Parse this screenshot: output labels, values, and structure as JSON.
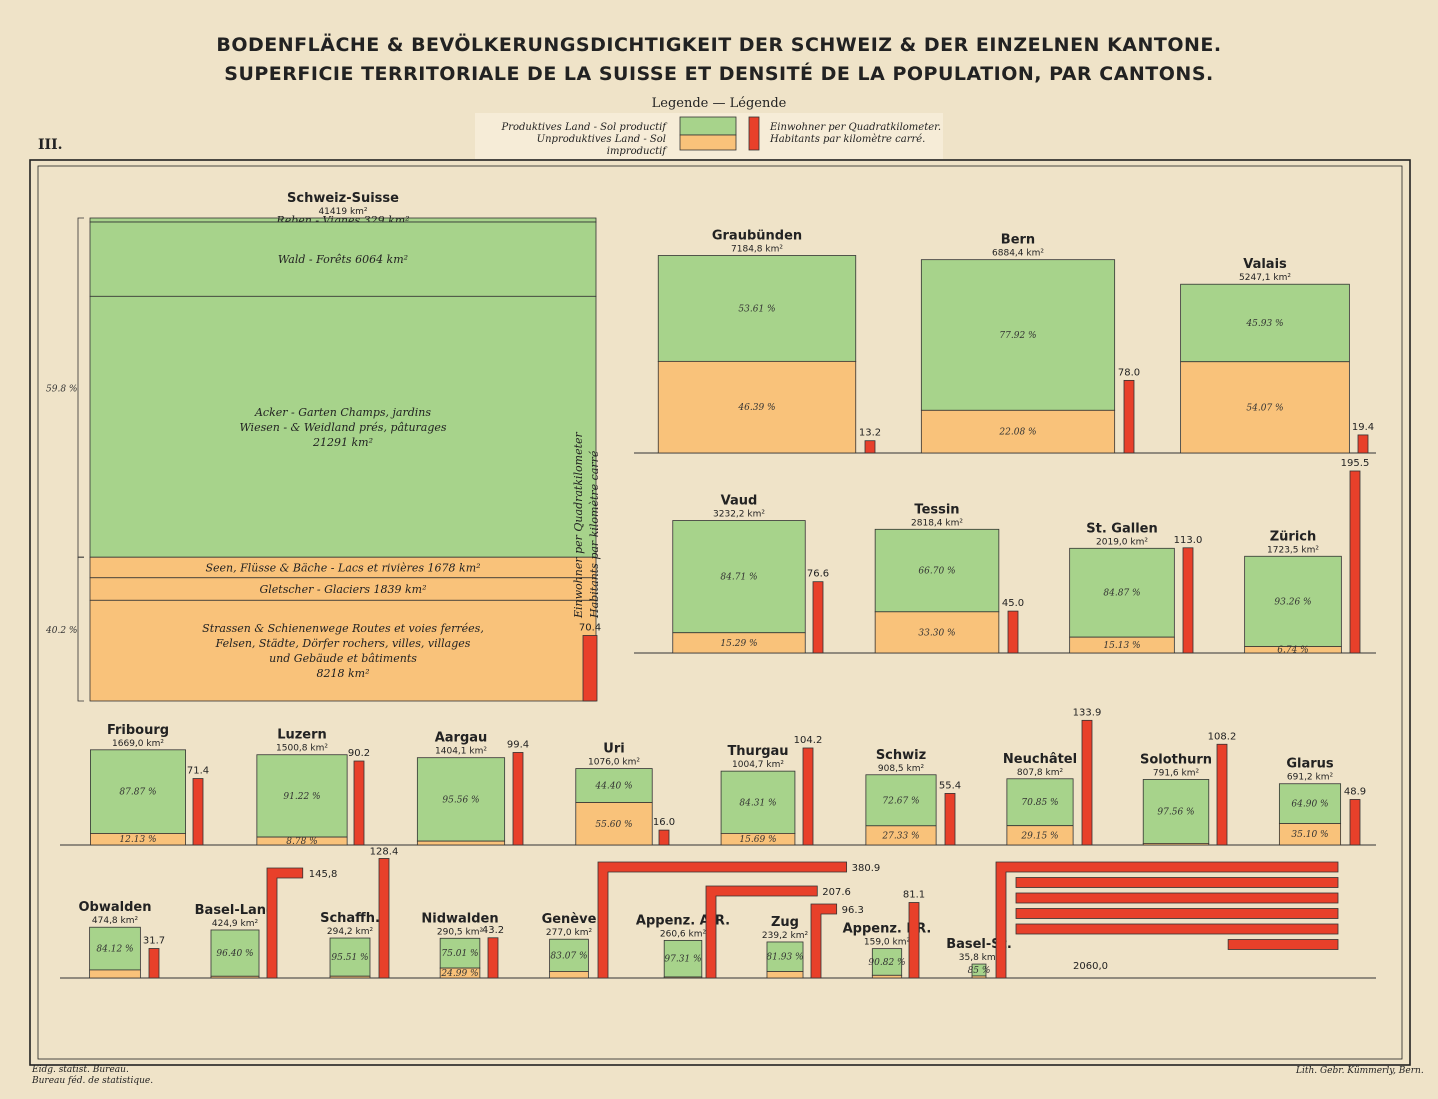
{
  "title_de": "BODENFLÄCHE & BEVÖLKERUNGSDICHTIGKEIT DER SCHWEIZ & DER EINZELNEN KANTONE.",
  "title_fr": "SUPERFICIE TERRITORIALE DE LA SUISSE ET DENSITÉ DE LA POPULATION, PAR CANTONS.",
  "plate": "III.",
  "legend": {
    "heading": "Legende — Légende",
    "productive": "Produktives Land - Sol productif",
    "unproductive": "Unproduktives Land - Sol improductif",
    "density_de": "Einwohner per Quadratkilometer.",
    "density_fr": "Habitants par kilomètre carré."
  },
  "colors": {
    "productive": "#a7d38b",
    "unproductive": "#f9c27a",
    "density": "#e8402a",
    "frame": "#222222"
  },
  "footer": {
    "left1": "Eidg. statist. Bureau.",
    "left2": "Bureau féd. de statistique.",
    "right": "Lith. Gebr. Kümmerly, Bern."
  },
  "chart_data": {
    "type": "bar",
    "swiss": {
      "name": "Schweiz-Suisse",
      "area_label": "41419 km²",
      "density": 70.4,
      "productive_pct_label": "59.8 %",
      "unproductive_pct_label": "40.2 %",
      "density_axis_label_de": "Einwohner per Quadratkilometer",
      "density_axis_label_fr": "Habitants par kilomètre carré",
      "segments": [
        {
          "lines": [
            "Reben - Vignes 329 km²"
          ],
          "value": 329,
          "type": "productive"
        },
        {
          "lines": [
            "Wald - Forêts 6064 km²"
          ],
          "value": 6064,
          "type": "productive"
        },
        {
          "lines": [
            "Acker - Garten          Champs, jardins",
            "Wiesen - & Weidland          prés, pâturages",
            "21291 km²"
          ],
          "value": 21291,
          "type": "productive"
        },
        {
          "lines": [
            "Seen, Flüsse & Bäche - Lacs et rivières 1678 km²"
          ],
          "value": 1678,
          "type": "unproductive"
        },
        {
          "lines": [
            "Gletscher - Glaciers 1839 km²"
          ],
          "value": 1839,
          "type": "unproductive"
        },
        {
          "lines": [
            "Strassen & Schienenwege          Routes et voies ferrées,",
            "Felsen, Städte, Dörfer          rochers, villes, villages",
            "und Gebäude          et bâtiments",
            "8218 km²"
          ],
          "value": 8218,
          "type": "unproductive"
        }
      ]
    },
    "cantons": [
      {
        "name": "Graubünden",
        "area": 7184.8,
        "area_label": "7184,8 km²",
        "productive_pct": 53.61,
        "pct_label": "53.61 %",
        "unprod_label": "46.39 %",
        "density": 13.2,
        "density_label": "13.2"
      },
      {
        "name": "Bern",
        "area": 6884.4,
        "area_label": "6884,4 km²",
        "productive_pct": 77.92,
        "pct_label": "77.92 %",
        "unprod_label": "22.08 %",
        "density": 78.0,
        "density_label": "78.0"
      },
      {
        "name": "Valais",
        "area": 5247.1,
        "area_label": "5247,1 km²",
        "productive_pct": 45.93,
        "pct_label": "45.93 %",
        "unprod_label": "54.07 %",
        "density": 19.4,
        "density_label": "19.4"
      },
      {
        "name": "Vaud",
        "area": 3232.2,
        "area_label": "3232,2 km²",
        "productive_pct": 84.71,
        "pct_label": "84.71 %",
        "unprod_label": "15.29 %",
        "density": 76.6,
        "density_label": "76.6"
      },
      {
        "name": "Tessin",
        "area": 2818.4,
        "area_label": "2818,4 km²",
        "productive_pct": 66.7,
        "pct_label": "66.70 %",
        "unprod_label": "33.30 %",
        "density": 45.0,
        "density_label": "45.0"
      },
      {
        "name": "St. Gallen",
        "area": 2019.0,
        "area_label": "2019,0 km²",
        "productive_pct": 84.87,
        "pct_label": "84.87 %",
        "unprod_label": "15.13 %",
        "density": 113.0,
        "density_label": "113.0"
      },
      {
        "name": "Zürich",
        "area": 1723.5,
        "area_label": "1723,5 km²",
        "productive_pct": 93.26,
        "pct_label": "93.26 %",
        "unprod_label": "6.74 %",
        "density": 195.5,
        "density_label": "195.5"
      },
      {
        "name": "Fribourg",
        "area": 1669.0,
        "area_label": "1669,0 km²",
        "productive_pct": 87.87,
        "pct_label": "87.87 %",
        "unprod_label": "12.13 %",
        "density": 71.4,
        "density_label": "71.4"
      },
      {
        "name": "Luzern",
        "area": 1500.8,
        "area_label": "1500,8 km²",
        "productive_pct": 91.22,
        "pct_label": "91.22 %",
        "unprod_label": "8.78 %",
        "density": 90.2,
        "density_label": "90.2"
      },
      {
        "name": "Aargau",
        "area": 1404.1,
        "area_label": "1404,1 km²",
        "productive_pct": 95.56,
        "pct_label": "95.56 %",
        "unprod_label": "",
        "density": 99.4,
        "density_label": "99.4"
      },
      {
        "name": "Uri",
        "area": 1076.0,
        "area_label": "1076,0 km²",
        "productive_pct": 44.4,
        "pct_label": "44.40 %",
        "unprod_label": "55.60 %",
        "density": 16.0,
        "density_label": "16.0"
      },
      {
        "name": "Thurgau",
        "area": 1004.7,
        "area_label": "1004,7 km²",
        "productive_pct": 84.31,
        "pct_label": "84.31 %",
        "unprod_label": "15.69 %",
        "density": 104.2,
        "density_label": "104.2"
      },
      {
        "name": "Schwiz",
        "area": 908.5,
        "area_label": "908,5 km²",
        "productive_pct": 72.67,
        "pct_label": "72.67 %",
        "unprod_label": "27.33 %",
        "density": 55.4,
        "density_label": "55.4"
      },
      {
        "name": "Neuchâtel",
        "area": 807.8,
        "area_label": "807,8 km²",
        "productive_pct": 70.85,
        "pct_label": "70.85 %",
        "unprod_label": "29.15 %",
        "density": 133.9,
        "density_label": "133.9"
      },
      {
        "name": "Solothurn",
        "area": 791.6,
        "area_label": "791,6 km²",
        "productive_pct": 97.56,
        "pct_label": "97.56 %",
        "unprod_label": "",
        "density": 108.2,
        "density_label": "108.2"
      },
      {
        "name": "Glarus",
        "area": 691.2,
        "area_label": "691,2 km²",
        "productive_pct": 64.9,
        "pct_label": "64.90 %",
        "unprod_label": "35.10 %",
        "density": 48.9,
        "density_label": "48.9"
      },
      {
        "name": "Obwalden",
        "area": 474.8,
        "area_label": "474,8 km²",
        "productive_pct": 84.12,
        "pct_label": "84.12 %",
        "unprod_label": "",
        "density": 31.7,
        "density_label": "31.7"
      },
      {
        "name": "Basel-Land",
        "area": 424.9,
        "area_label": "424,9 km²",
        "productive_pct": 96.4,
        "pct_label": "96.40 %",
        "unprod_label": "",
        "density": 145.8,
        "density_label": "145,8"
      },
      {
        "name": "Schaffh.",
        "area": 294.2,
        "area_label": "294,2 km²",
        "productive_pct": 95.51,
        "pct_label": "95.51 %",
        "unprod_label": "",
        "density": 128.4,
        "density_label": "128.4"
      },
      {
        "name": "Nidwalden",
        "area": 290.5,
        "area_label": "290,5 km²",
        "productive_pct": 75.01,
        "pct_label": "75.01 %",
        "unprod_label": "24.99 %",
        "density": 43.2,
        "density_label": "43.2"
      },
      {
        "name": "Genève",
        "area": 277.0,
        "area_label": "277,0 km²",
        "productive_pct": 83.07,
        "pct_label": "83.07 %",
        "unprod_label": "",
        "density": 380.9,
        "density_label": "380.9"
      },
      {
        "name": "Appenz. A.R.",
        "area": 260.6,
        "area_label": "260,6 km²",
        "productive_pct": 97.31,
        "pct_label": "97.31 %",
        "unprod_label": "",
        "density": 207.6,
        "density_label": "207.6"
      },
      {
        "name": "Zug",
        "area": 239.2,
        "area_label": "239,2 km²",
        "productive_pct": 81.93,
        "pct_label": "81.93 %",
        "unprod_label": "",
        "density": 96.3,
        "density_label": "96.3"
      },
      {
        "name": "Appenz. I.R.",
        "area": 159.0,
        "area_label": "159,0 km²",
        "productive_pct": 90.82,
        "pct_label": "90.82 %",
        "unprod_label": "",
        "density": 81.1,
        "density_label": "81.1"
      },
      {
        "name": "Basel-St.",
        "area": 35.8,
        "area_label": "35,8 km²",
        "productive_pct": 85.0,
        "pct_label": "85 %",
        "unprod_label": "",
        "density": 2060.0,
        "density_label": "2060,0"
      }
    ]
  }
}
